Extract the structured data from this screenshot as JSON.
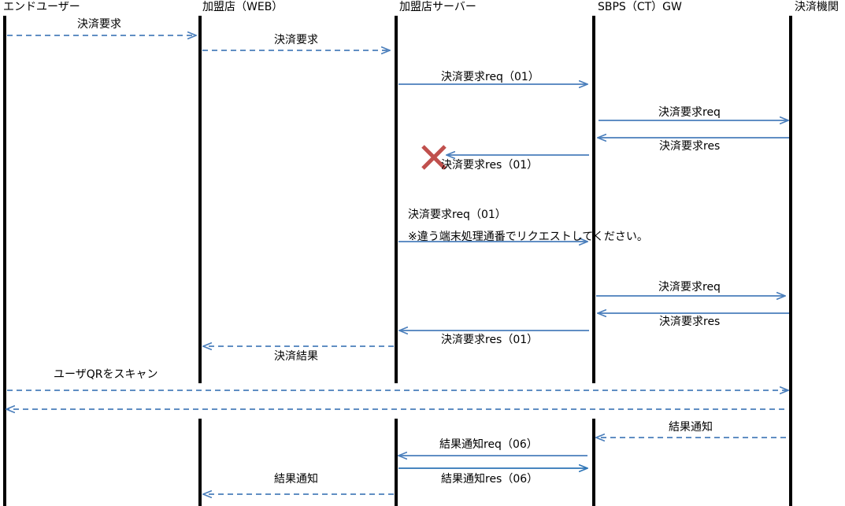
{
  "actors": [
    {
      "name": "エンドユーザー"
    },
    {
      "name": "加盟店（WEB）"
    },
    {
      "name": "加盟店サーバー"
    },
    {
      "name": "SBPS（CT）GW"
    },
    {
      "name": "決済機関"
    }
  ],
  "messages": [
    {
      "label": "決済要求",
      "style": "dashed"
    },
    {
      "label": "決済要求",
      "style": "dashed"
    },
    {
      "label": "決済要求req（01）",
      "style": "solid"
    },
    {
      "label": "決済要求req",
      "style": "solid"
    },
    {
      "label": "決済要求res",
      "style": "solid"
    },
    {
      "label": "決済要求res（01）",
      "style": "solid",
      "failed": true
    },
    {
      "label": "決済要求req（01）",
      "style": "solid"
    },
    {
      "label": "決済要求req",
      "style": "solid"
    },
    {
      "label": "決済要求res",
      "style": "solid"
    },
    {
      "label": "決済要求res（01）",
      "style": "solid"
    },
    {
      "label": "決済結果",
      "style": "dashed"
    },
    {
      "label": "ユーザQRをスキャン",
      "style": "dashed"
    },
    {
      "label": "",
      "style": "dashed"
    },
    {
      "label": "結果通知",
      "style": "dashed"
    },
    {
      "label": "結果通知req（06）",
      "style": "solid"
    },
    {
      "label": "結果通知res（06）",
      "style": "solid"
    },
    {
      "label": "結果通知",
      "style": "dashed"
    }
  ],
  "note": "※違う端末処理通番でリクエストしてください。",
  "colors": {
    "arrow": "#4a7ebb",
    "arrow_strong": "#2e75b6",
    "lifeline": "#000000",
    "fail_mark": "#c0504d"
  },
  "icons": {
    "fail_mark": "cross-icon"
  }
}
